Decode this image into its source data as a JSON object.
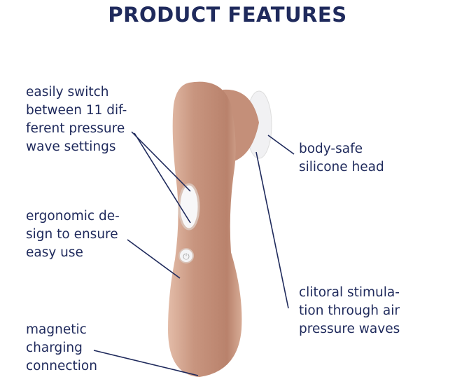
{
  "title": "PRODUCT FEATURES",
  "features": [
    {
      "text": "easily switch\nbetween 11 dif-\nferent pressure\nwave settings"
    },
    {
      "text": "ergonomic de-\nsign to ensure\neasy use"
    },
    {
      "text": "magnetic\ncharging\nconnection"
    },
    {
      "text": "body-safe\nsilicone head"
    },
    {
      "text": "clitoral stimula-\ntion through air\npressure waves"
    }
  ],
  "colors": {
    "text": "#1f2a5c",
    "device": "#c99a85",
    "head_cap": "#f2f2f4"
  }
}
